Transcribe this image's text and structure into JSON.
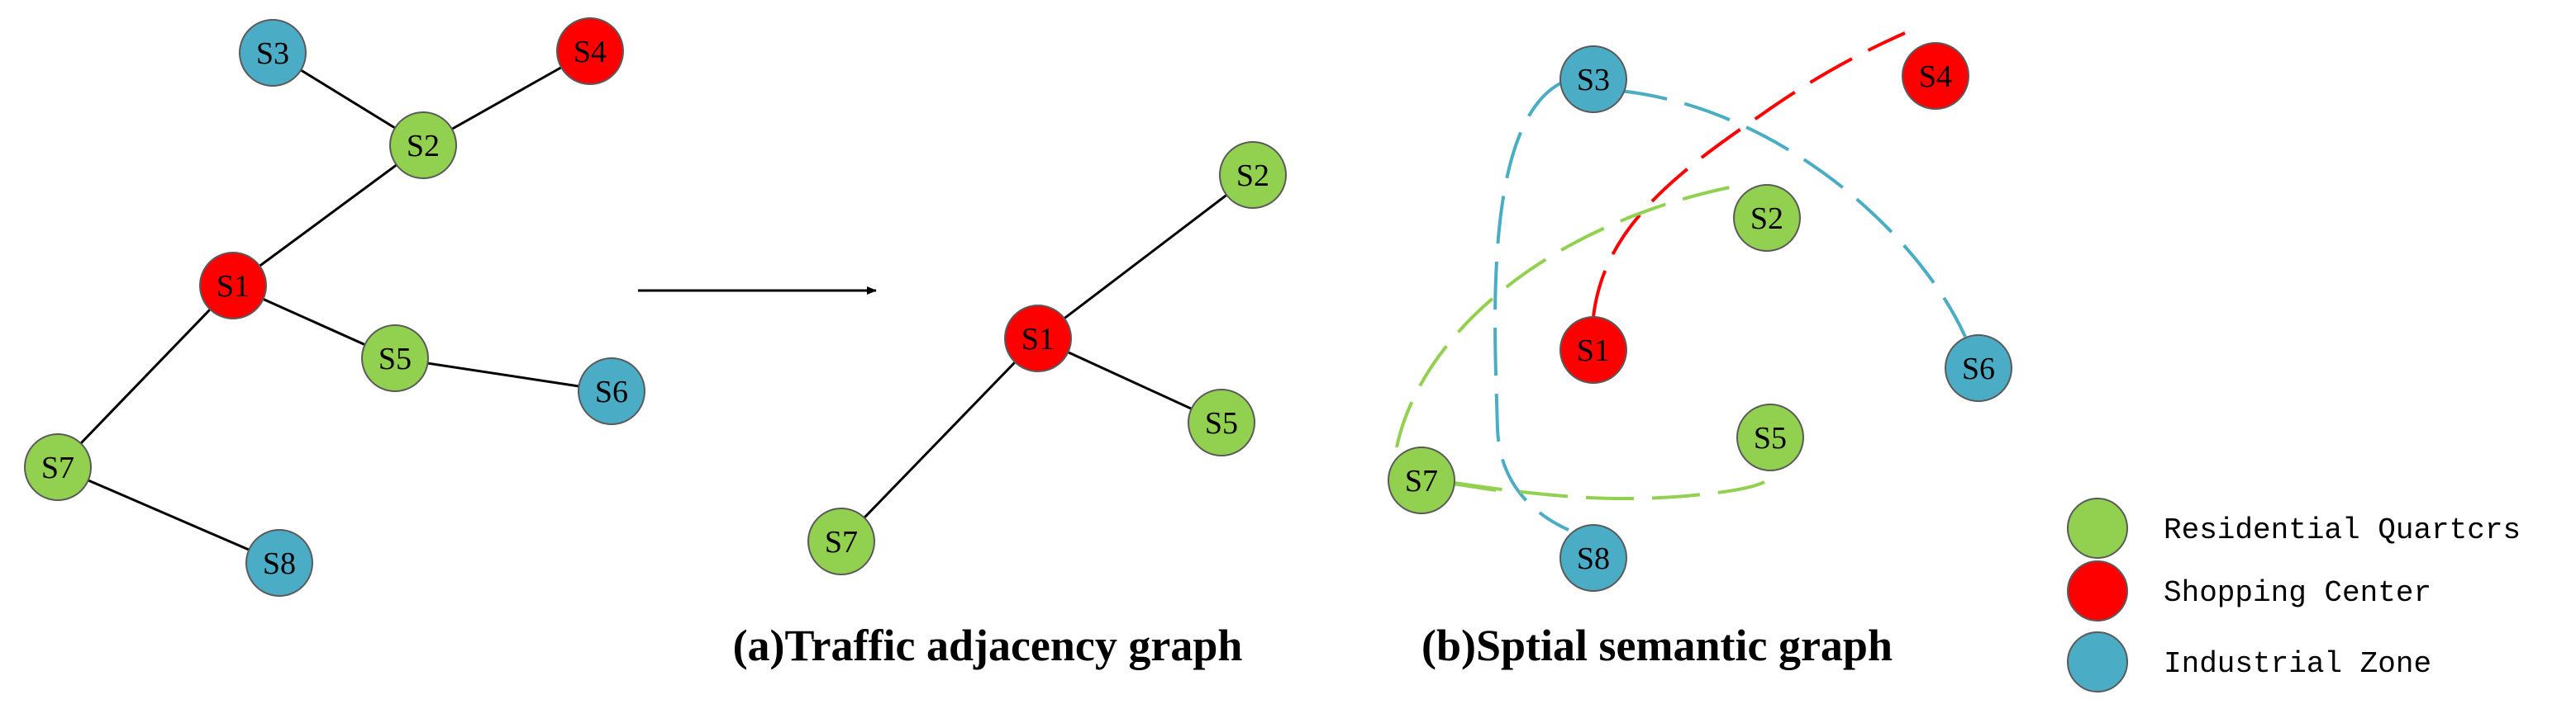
{
  "colors": {
    "residential": "#92d050",
    "shopping": "#ff0000",
    "industrial": "#4bacc6",
    "edge": "#000000",
    "node_stroke": "#5a5a5a"
  },
  "graph_a": {
    "nodes": [
      {
        "id": "S3",
        "label": "S3",
        "type": "industrial"
      },
      {
        "id": "S4",
        "label": "S4",
        "type": "shopping"
      },
      {
        "id": "S2",
        "label": "S2",
        "type": "residential"
      },
      {
        "id": "S1",
        "label": "S1",
        "type": "shopping"
      },
      {
        "id": "S5",
        "label": "S5",
        "type": "residential"
      },
      {
        "id": "S6",
        "label": "S6",
        "type": "industrial"
      },
      {
        "id": "S7",
        "label": "S7",
        "type": "residential"
      },
      {
        "id": "S8",
        "label": "S8",
        "type": "industrial"
      }
    ],
    "edges": [
      [
        "S3",
        "S2"
      ],
      [
        "S4",
        "S2"
      ],
      [
        "S2",
        "S1"
      ],
      [
        "S1",
        "S5"
      ],
      [
        "S5",
        "S6"
      ],
      [
        "S1",
        "S7"
      ],
      [
        "S7",
        "S8"
      ]
    ]
  },
  "graph_mid": {
    "nodes": [
      {
        "id": "S2",
        "label": "S2",
        "type": "residential"
      },
      {
        "id": "S1",
        "label": "S1",
        "type": "shopping"
      },
      {
        "id": "S5",
        "label": "S5",
        "type": "residential"
      },
      {
        "id": "S7",
        "label": "S7",
        "type": "residential"
      }
    ],
    "edges": [
      [
        "S1",
        "S2"
      ],
      [
        "S1",
        "S5"
      ],
      [
        "S1",
        "S7"
      ]
    ]
  },
  "graph_b": {
    "nodes": [
      {
        "id": "S3",
        "label": "S3",
        "type": "industrial"
      },
      {
        "id": "S4",
        "label": "S4",
        "type": "shopping"
      },
      {
        "id": "S2",
        "label": "S2",
        "type": "residential"
      },
      {
        "id": "S1",
        "label": "S1",
        "type": "shopping"
      },
      {
        "id": "S6",
        "label": "S6",
        "type": "industrial"
      },
      {
        "id": "S5",
        "label": "S5",
        "type": "residential"
      },
      {
        "id": "S7",
        "label": "S7",
        "type": "residential"
      },
      {
        "id": "S8",
        "label": "S8",
        "type": "industrial"
      }
    ],
    "links": [
      {
        "from": "S1",
        "to": "S4",
        "type": "shopping"
      },
      {
        "from": "S3",
        "to": "S6",
        "type": "industrial"
      },
      {
        "from": "S3",
        "to": "S8",
        "type": "industrial"
      },
      {
        "from": "S7",
        "to": "S2",
        "type": "residential"
      },
      {
        "from": "S7",
        "to": "S5",
        "type": "residential"
      }
    ]
  },
  "captions": {
    "a": "(a)Traffic adjacency graph",
    "b": "(b)Sptial semantic graph"
  },
  "legend": [
    {
      "label": "Residential Quartcrs",
      "type": "residential"
    },
    {
      "label": "Shopping Center",
      "type": "shopping"
    },
    {
      "label": "Industrial Zone",
      "type": "industrial"
    }
  ]
}
